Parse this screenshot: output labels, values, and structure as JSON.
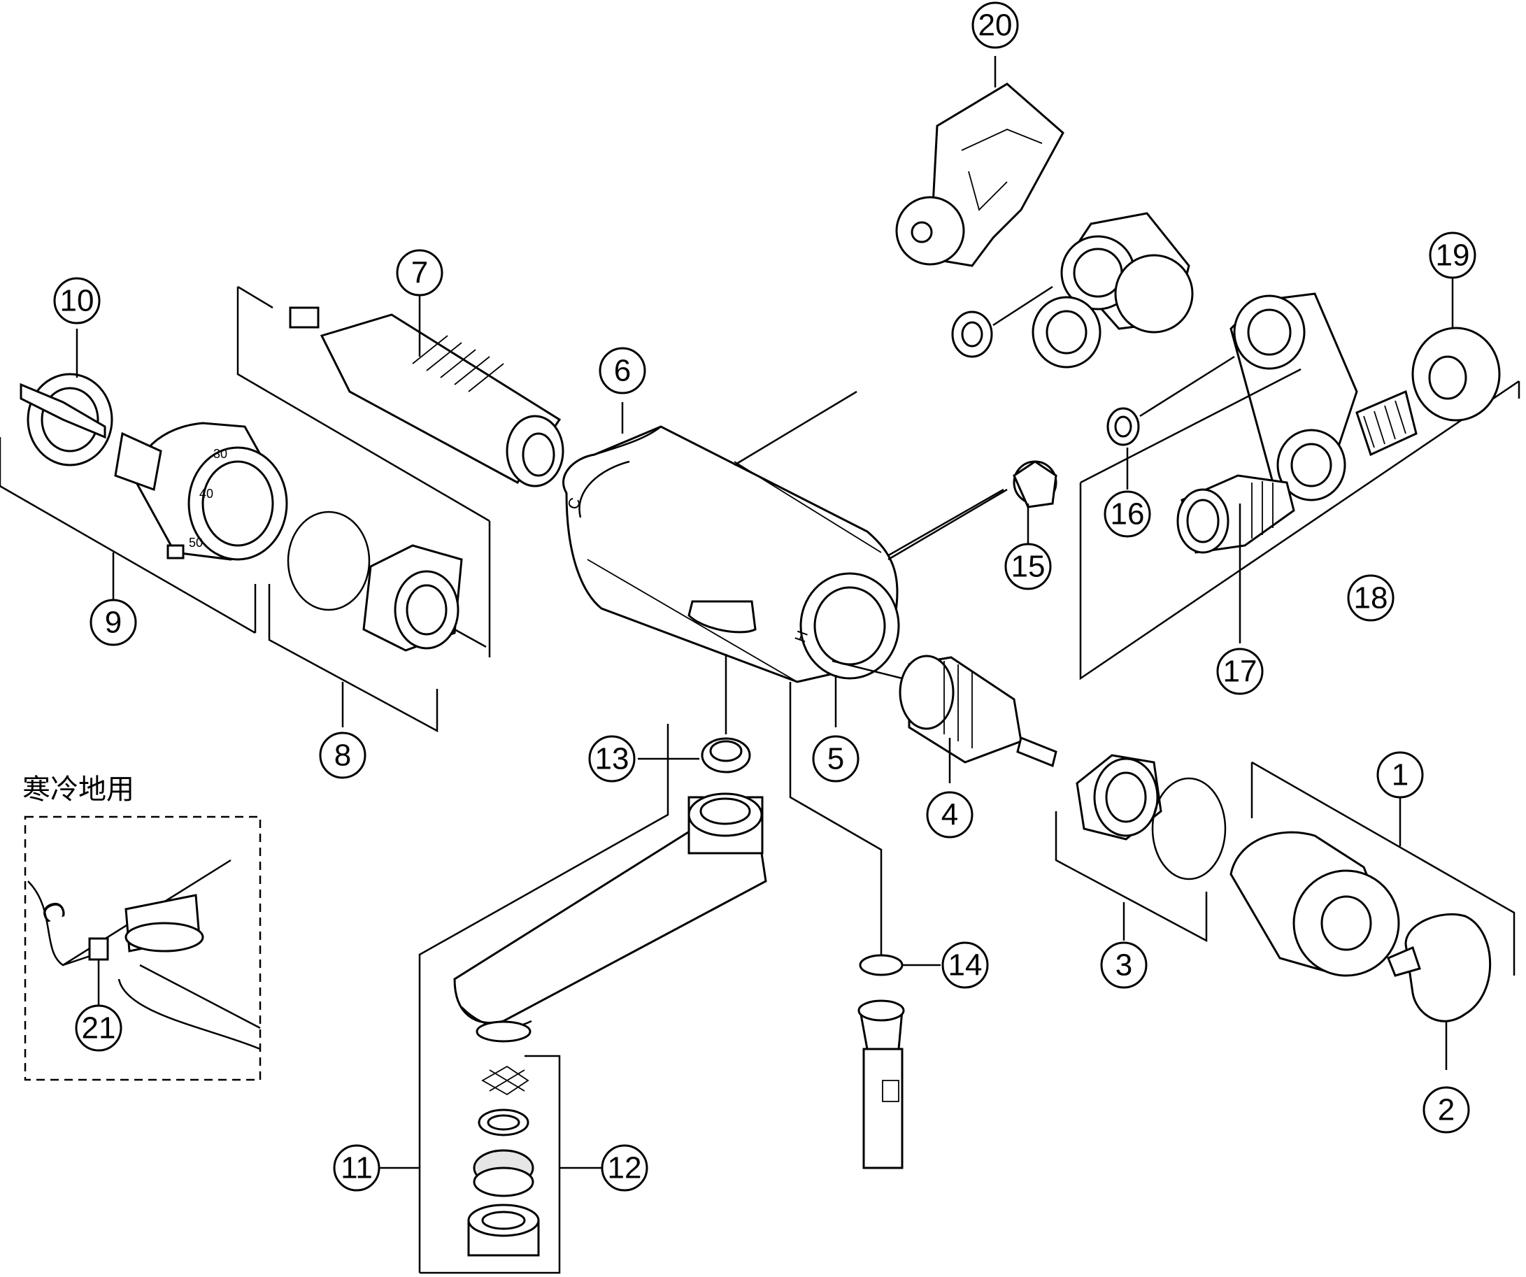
{
  "inset": {
    "title": "寒冷地用"
  },
  "callouts": [
    {
      "id": "c1",
      "label": "1"
    },
    {
      "id": "c2",
      "label": "2"
    },
    {
      "id": "c3",
      "label": "3"
    },
    {
      "id": "c4",
      "label": "4"
    },
    {
      "id": "c5",
      "label": "5"
    },
    {
      "id": "c6",
      "label": "6"
    },
    {
      "id": "c7",
      "label": "7"
    },
    {
      "id": "c8",
      "label": "8"
    },
    {
      "id": "c9",
      "label": "9"
    },
    {
      "id": "c10",
      "label": "10"
    },
    {
      "id": "c11",
      "label": "11"
    },
    {
      "id": "c12",
      "label": "12"
    },
    {
      "id": "c13",
      "label": "13"
    },
    {
      "id": "c14",
      "label": "14"
    },
    {
      "id": "c15",
      "label": "15"
    },
    {
      "id": "c16",
      "label": "16"
    },
    {
      "id": "c17",
      "label": "17"
    },
    {
      "id": "c18",
      "label": "18"
    },
    {
      "id": "c19",
      "label": "19"
    },
    {
      "id": "c20",
      "label": "20"
    },
    {
      "id": "c21",
      "label": "21"
    }
  ],
  "dial_marks": {
    "t30": "30",
    "t40": "40",
    "t50": "50"
  }
}
